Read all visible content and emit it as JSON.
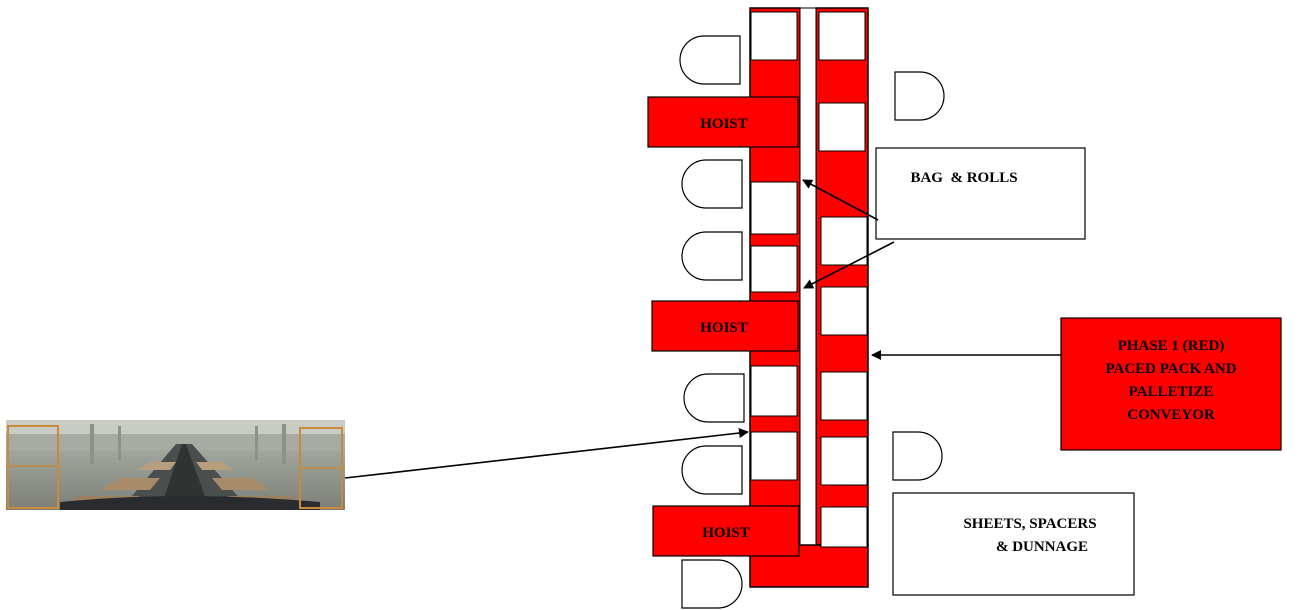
{
  "colors": {
    "conveyor_red": "#ff0000",
    "outline": "#000000",
    "background": "#ffffff"
  },
  "labels": {
    "hoist_top": "HOIST",
    "hoist_middle": "HOIST",
    "hoist_bottom": "HOIST",
    "bag_rolls": "BAG  & ROLLS",
    "phase1": [
      "PHASE 1 (RED)",
      "PACED PACK AND",
      "PALLETIZE",
      "CONVEYOR"
    ],
    "sheets": [
      "SHEETS, SPACERS",
      "& DUNNAGE"
    ]
  },
  "icons": {
    "workstation": "d-shaped-workstation-icon",
    "photo": "conveyor-photo"
  }
}
